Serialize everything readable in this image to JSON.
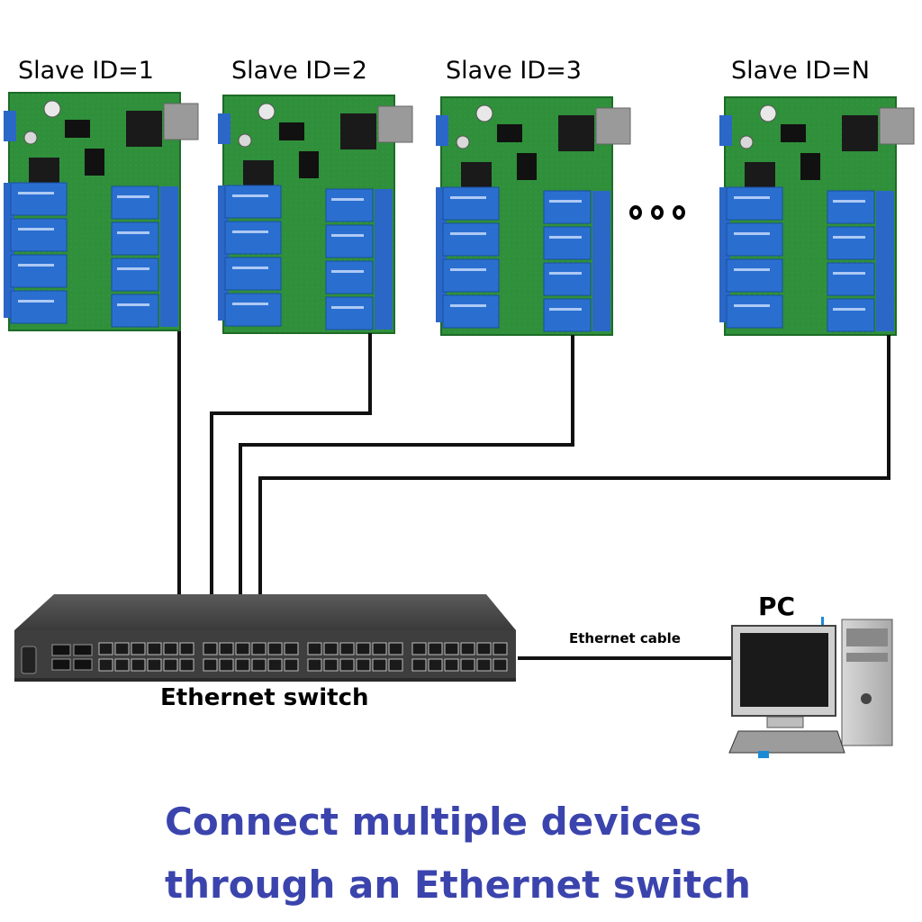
{
  "diagram": {
    "slave_labels": [
      "Slave ID=1",
      "Slave ID=2",
      "Slave ID=3",
      "Slave ID=N"
    ],
    "ellipsis_label": "• • •",
    "switch_label": "Ethernet switch",
    "cable_label": "Ethernet cable",
    "pc_label": "PC",
    "caption_line1": "Connect multiple devices",
    "caption_line2": "through an Ethernet switch"
  },
  "colors": {
    "board_green": "#2f8f3a",
    "relay_blue": "#2a6fd0",
    "switch_body": "#4a4a4a",
    "caption_blue": "#3b44ad",
    "cable": "#111111"
  },
  "icons": [
    "relay-board-icon",
    "ethernet-switch-icon",
    "pc-monitor-icon",
    "pc-tower-icon",
    "keyboard-icon"
  ]
}
